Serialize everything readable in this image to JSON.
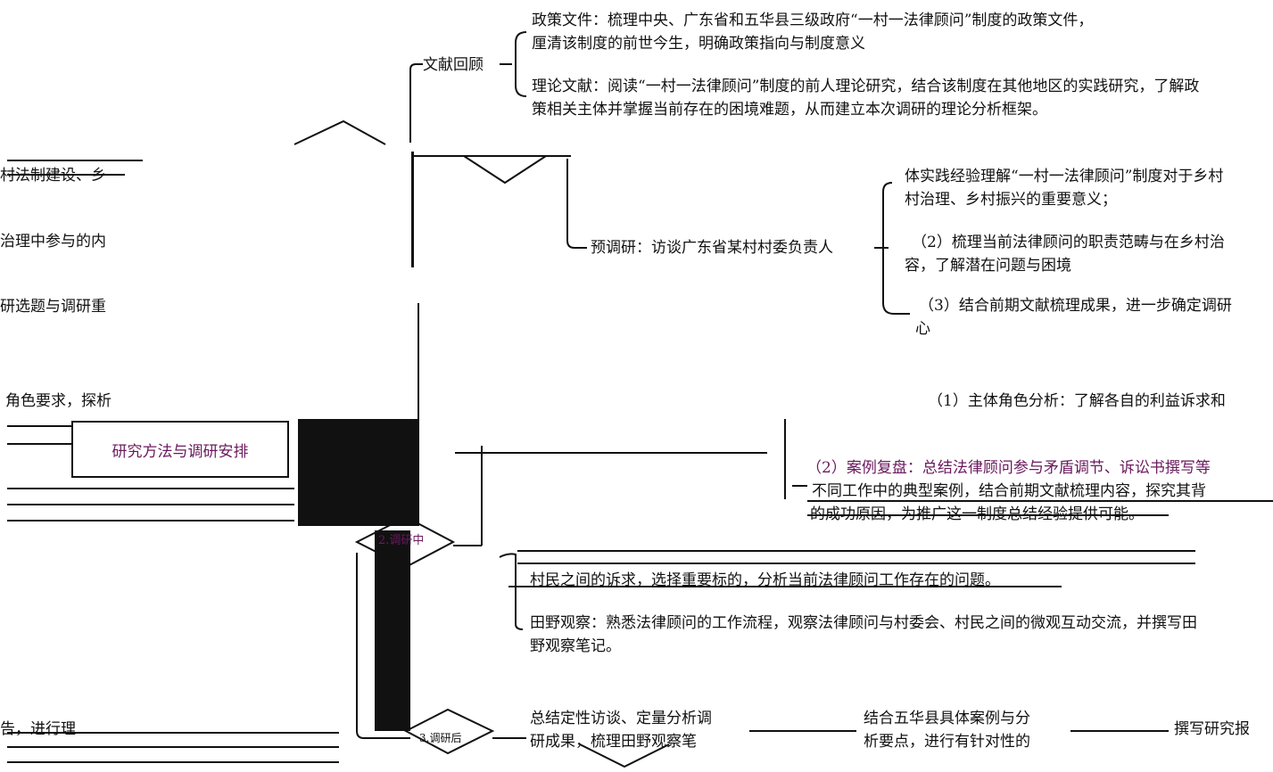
{
  "literature": {
    "label": "文献回顾",
    "policy": "政策文件：梳理中央、广东省和五华县三级政府“一村一法律顾问”制度的政策文件，厘清该制度的前世今生，明确政策指向与制度意义",
    "theory": "理论文献：阅读“一村一法律顾问”制度的前人理论研究，结合该制度在其他地区的实践研究，了解政策相关主体并掌握当前存在的困境难题，从而建立本次调研的理论分析框架。"
  },
  "pre_research": {
    "label": "预调研：访谈广东省某村村委负责人",
    "item1_line1": "体实践经验理解“一村一法律顾问”制度对于乡村",
    "item1_line2": "村治理、乡村振兴的重要意义；",
    "item2_line1": "（2）梳理当前法律顾问的职责范畴与在乡村治",
    "item2_line2": "容，了解潜在问题与困境",
    "item3_line1": "（3）结合前期文献梳理成果，进一步确定调研",
    "item3_line2": "心"
  },
  "left_fragments": {
    "f1": "村法制建设、乡",
    "f2": "治理中参与的内",
    "f3": "研选题与调研重",
    "f4": "角色要求，探析",
    "f5": "告，进行理"
  },
  "center_box": {
    "label": "研究方法与调研安排"
  },
  "phase2": {
    "label": "2.调研中",
    "role_analysis": "（1）主体角色分析：了解各自的利益诉求和",
    "case_review_1": "（2）案例复盘：总结法律顾问参与矛盾调节、诉讼书撰写等",
    "case_review_2": "不同工作中的典型案例，结合前期文献梳理内容，探究其背",
    "case_review_3": "的成功原因，为推广这一制度总结经验提供可能。",
    "interview_note": "村民之间的诉求，选择重要标的，分析当前法律顾问工作存在的问题。",
    "field": "田野观察：熟悉法律顾问的工作流程，观察法律顾问与村委会、村民之间的微观互动交流，并撰写田野观察笔记。"
  },
  "phase3": {
    "label": "3.调研后",
    "summary_1": "总结定性访谈、定量分析调",
    "summary_2": "研成果，梳理田野观察笔",
    "combine_1": "结合五华县具体案例与分",
    "combine_2": "析要点，进行有针对性的",
    "report": "撰写研究报"
  }
}
